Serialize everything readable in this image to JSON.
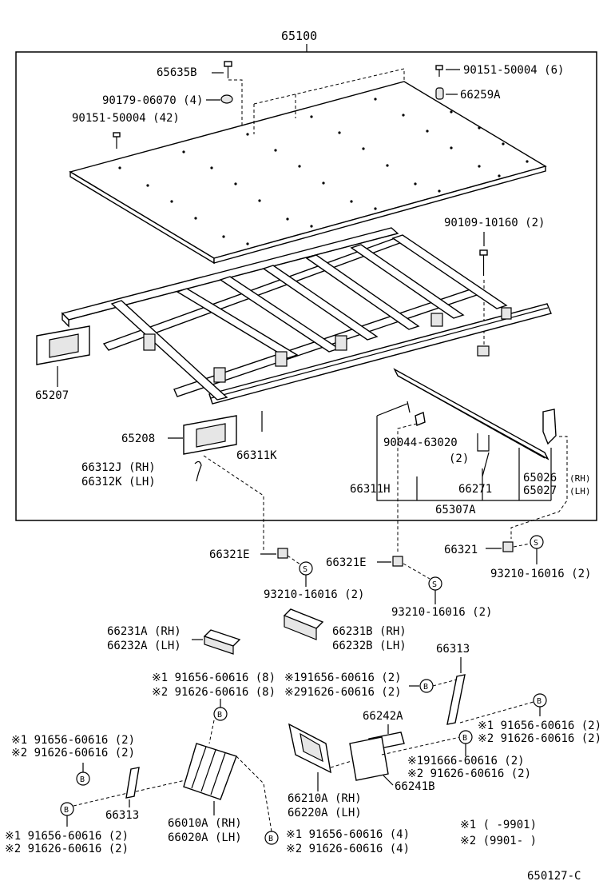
{
  "diagram": {
    "assembly_number": "65100",
    "drawing_code": "650127-C",
    "labels": {
      "l65635B": "65635B",
      "l90151_6": "90151-50004 (6)",
      "l90179": "90179-06070 (4)",
      "l66259A": "66259A",
      "l90151_42": "90151-50004 (42)",
      "l90109": "90109-10160 (2)",
      "l65207": "65207",
      "l65208": "65208",
      "l66311K": "66311K",
      "l66312J": "66312J (RH)",
      "l66312K": "66312K (LH)",
      "l90044": "90044-63020",
      "l90044q": "(2)",
      "l66311H": "66311H",
      "l66271": "66271",
      "l65026": "65026",
      "l65026s": "(RH)",
      "l65027": "65027",
      "l65027s": "(LH)",
      "l65307A": "65307A",
      "l66321E_a": "66321E",
      "l66321E_b": "66321E",
      "l66321": "66321",
      "l93210_a": "93210-16016 (2)",
      "l93210_b": "93210-16016 (2)",
      "l93210_c": "93210-16016 (2)",
      "l66231A": "66231A (RH)",
      "l66232A": "66232A (LH)",
      "l66231B": "66231B (RH)",
      "l66232B": "66232B (LH)",
      "l66313_a": "66313",
      "l66313_b": "66313",
      "m1_8": "※1 91656-60616 (8)",
      "m2_8": "※2 91626-60616 (8)",
      "m1_2a": "※191656-60616 (2)",
      "m2_2a": "※291626-60616 (2)",
      "l66242A": "66242A",
      "m1_2b": "※1 91656-60616 (2)",
      "m2_2b": "※2 91626-60616 (2)",
      "m1_2c": "※1 91656-60616 (2)",
      "m2_2c": "※2 91626-60616 (2)",
      "m1_2d": "※1 91656-60616 (2)",
      "m2_2d": "※2 91626-60616 (2)",
      "m1_2e": "※191666-60616 (2)",
      "m2_2e": "※2 91626-60616 (2)",
      "l66241B": "66241B",
      "l66210A": "66210A (RH)",
      "l66220A": "66220A (LH)",
      "l66010A": "66010A (RH)",
      "l66020A": "66020A (LH)",
      "m1_4": "※1 91656-60616 (4)",
      "m2_4": "※2 91626-60616 (4)",
      "note1": "※1 (       -9901)",
      "note2": "※2 (9901-       )",
      "circleS": "S",
      "circleB": "B"
    }
  }
}
